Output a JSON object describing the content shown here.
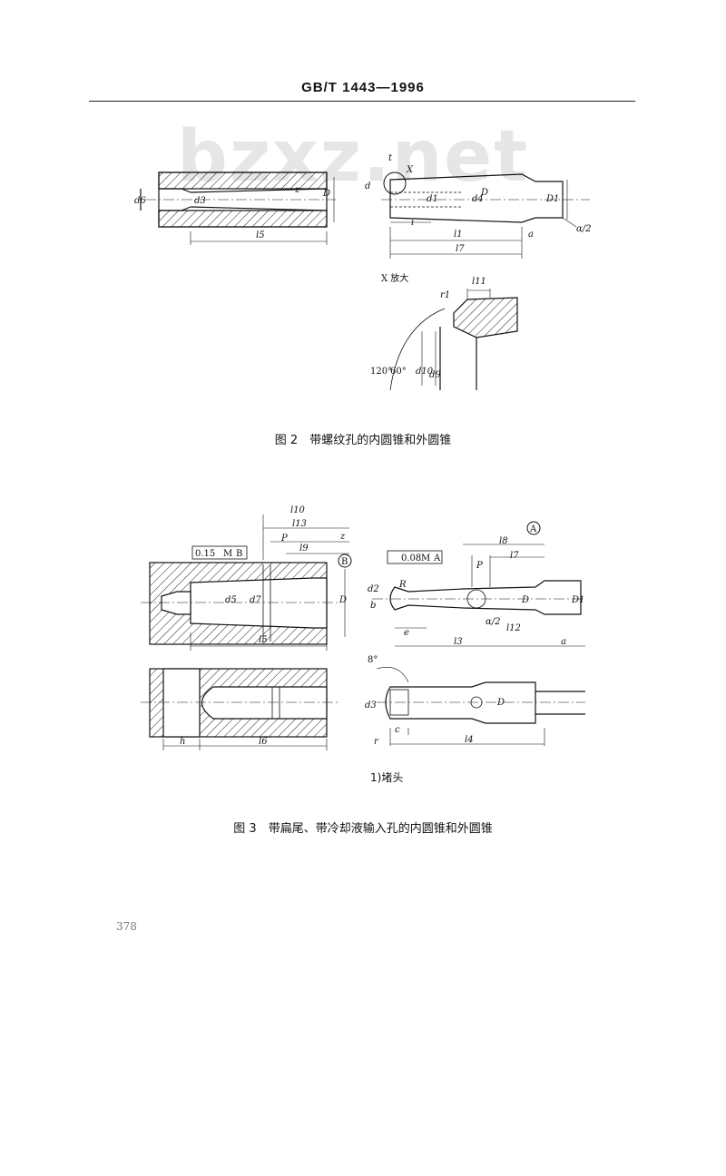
{
  "header": {
    "standard": "GB/T 1443—1996"
  },
  "watermark": "bzxz.net",
  "figure2": {
    "caption": "图 2　带螺纹孔的内圆锥和外圆锥",
    "detail_title": "X 放大",
    "angles": [
      "120°",
      "60°"
    ],
    "labels": {
      "d6": "d6",
      "d3": "d3",
      "z": "z",
      "D": "D",
      "l5": "l5",
      "t": "t",
      "X": "X",
      "d": "d",
      "d1": "d1",
      "d4": "d4",
      "D1": "D1",
      "i": "i",
      "l1": "l1",
      "a": "a",
      "l7": "l7",
      "alpha2": "α/2",
      "l11": "l11",
      "r1": "r1",
      "d10": "d10",
      "d9": "d9"
    }
  },
  "figure3": {
    "caption": "图 3　带扁尾、带冷却液输入孔的内圆锥和外圆锥",
    "note": "1)堵头",
    "tolerances": [
      {
        "value": "0.15",
        "modifier": "M",
        "datum": "B"
      },
      {
        "value": "0.08",
        "modifier": "M",
        "datum": "A"
      }
    ],
    "datums": [
      "B",
      "A"
    ],
    "angle": "8°",
    "labels": {
      "l10": "l10",
      "l13": "l13",
      "P": "P",
      "z": "z",
      "l9": "l9",
      "d5": "d5",
      "d7": "d7",
      "l5": "l5",
      "h": "h",
      "l6": "l6",
      "l8": "l8",
      "R": "R",
      "d2": "d2",
      "b": "b",
      "l7": "l7",
      "e": "e",
      "l3": "l3",
      "alpha2": "α/2",
      "l12": "l12",
      "a": "a",
      "d3": "d3",
      "c": "c",
      "l4": "l4",
      "r": "r",
      "D": "D",
      "D1": "D1"
    }
  },
  "page_number": "378"
}
